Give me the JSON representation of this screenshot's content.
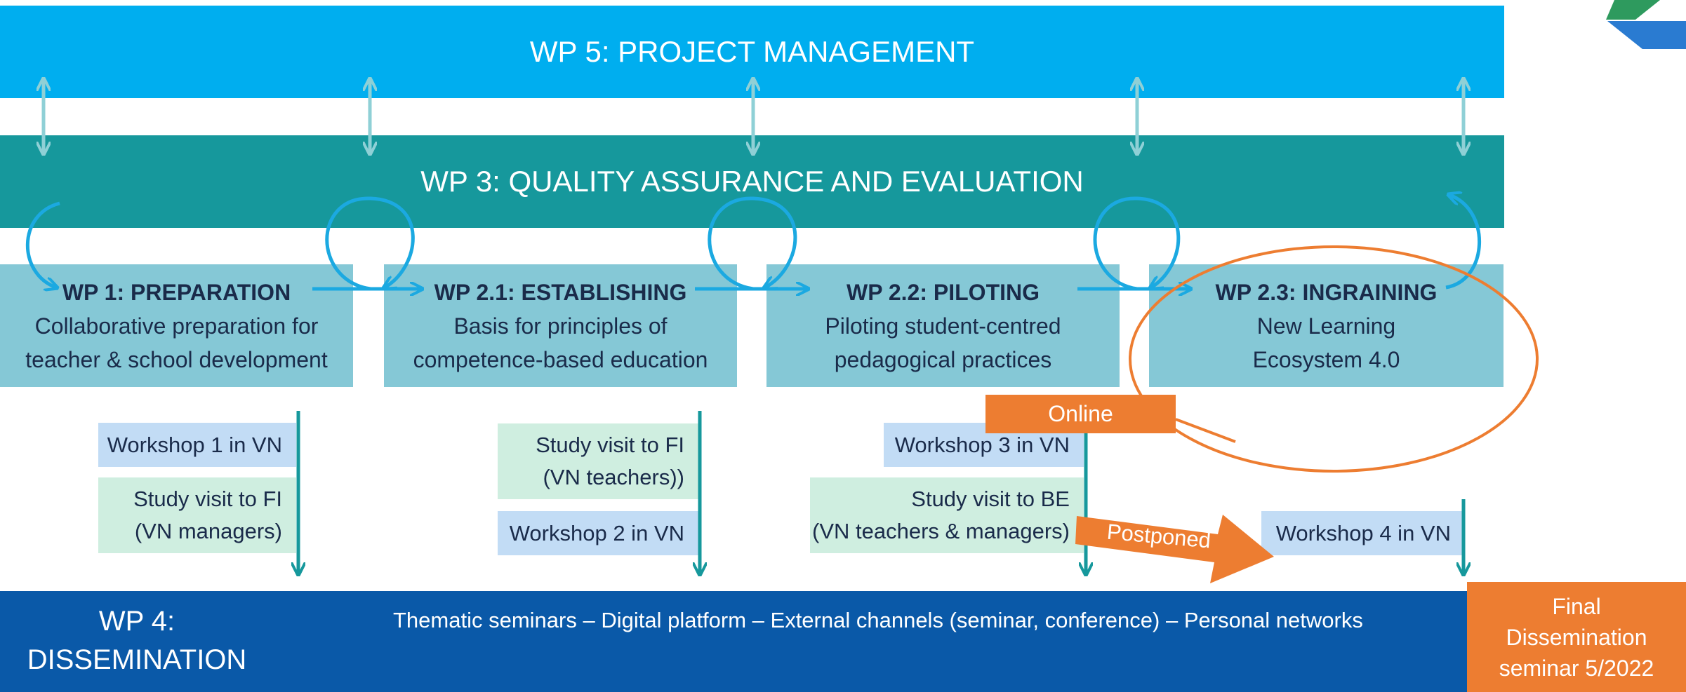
{
  "wp5": {
    "title": "WP 5: PROJECT MANAGEMENT"
  },
  "wp3": {
    "title": "WP 3: QUALITY ASSURANCE AND EVALUATION"
  },
  "work_packages": [
    {
      "title": "WP 1: PREPARATION",
      "line1": "Collaborative preparation for",
      "line2": "teacher & school development"
    },
    {
      "title": "WP 2.1: ESTABLISHING",
      "line1": "Basis for principles of",
      "line2": "competence-based education"
    },
    {
      "title": "WP 2.2: PILOTING",
      "line1": "Piloting student-centred",
      "line2": "pedagogical practices"
    },
    {
      "title": "WP 2.3: INGRAINING",
      "line1": "New Learning",
      "line2": "Ecosystem 4.0"
    }
  ],
  "activities": {
    "workshop1": "Workshop 1 in VN",
    "visit_fi_managers": {
      "line1": "Study visit to FI",
      "line2": "(VN managers)"
    },
    "visit_fi_teachers": {
      "line1": "Study visit to FI",
      "line2": "(VN teachers))"
    },
    "workshop2": "Workshop 2 in VN",
    "workshop3": "Workshop 3 in VN",
    "visit_be": {
      "line1": "Study visit to BE",
      "line2": "(VN teachers & managers)"
    },
    "workshop4": "Workshop 4 in VN"
  },
  "notes": {
    "online": "Online",
    "postponed": "Postponed",
    "final": {
      "line1": "Final",
      "line2": "Dissemination",
      "line3": "seminar 5/2022"
    }
  },
  "wp4": {
    "title_line1": "WP 4:",
    "title_line2": "DISSEMINATION",
    "channels": "Thematic seminars – Digital platform – External channels (seminar, conference) – Personal networks"
  },
  "colors": {
    "wp5": "#00aeef",
    "wp3": "#16989c",
    "wp4": "#0a59a8",
    "wp_box": "#85c8d6",
    "workshop": "#c2dcf5",
    "study_visit": "#cfeee0",
    "highlight": "#ed7d31"
  },
  "icons": {
    "logo": "corner-logo-icon"
  }
}
